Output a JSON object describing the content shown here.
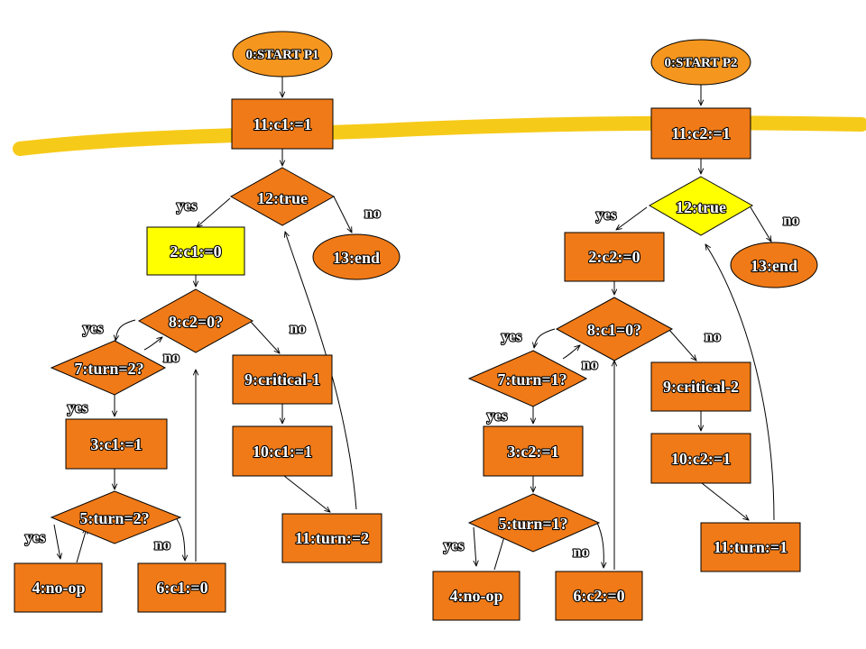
{
  "colors": {
    "orange_node": "#f07a17",
    "start_node": "#f5961e",
    "yellow_node": "#ffff00",
    "highlight_stroke": "#f5c400",
    "edge": "#000000"
  },
  "diagram": {
    "p1": {
      "start": "0:START P1",
      "n11": "11:c1:=1",
      "n12": "12:true",
      "n13": "13:end",
      "n2": "2:c1:=0",
      "n8": "8:c2=0?",
      "n7": "7:turn=2?",
      "n9": "9:critical-1",
      "n3": "3:c1:=1",
      "n10": "10:c1:=1",
      "n5": "5:turn=2?",
      "n11b": "11:turn:=2",
      "n4": "4:no-op",
      "n6": "6:c1:=0",
      "lbl_yes_12": "yes",
      "lbl_no_12": "no",
      "lbl_yes_8": "yes",
      "lbl_no_8": "no",
      "lbl_no_7": "no",
      "lbl_yes_7": "yes",
      "lbl_yes_5": "yes",
      "lbl_no_5": "no"
    },
    "p2": {
      "start": "0:START P2",
      "n11": "11:c2:=1",
      "n12": "12:true",
      "n13": "13:end",
      "n2": "2:c2:=0",
      "n8": "8:c1=0?",
      "n7": "7:turn=1?",
      "n9": "9:critical-2",
      "n3": "3:c2:=1",
      "n10": "10:c2:=1",
      "n5": "5:turn=1?",
      "n11b": "11:turn:=1",
      "n4": "4:no-op",
      "n6": "6:c2:=0",
      "lbl_yes_12": "yes",
      "lbl_no_12": "no",
      "lbl_yes_8": "yes",
      "lbl_no_8": "no",
      "lbl_no_7": "no",
      "lbl_yes_7": "yes",
      "lbl_yes_5": "yes",
      "lbl_no_5": "no"
    }
  }
}
